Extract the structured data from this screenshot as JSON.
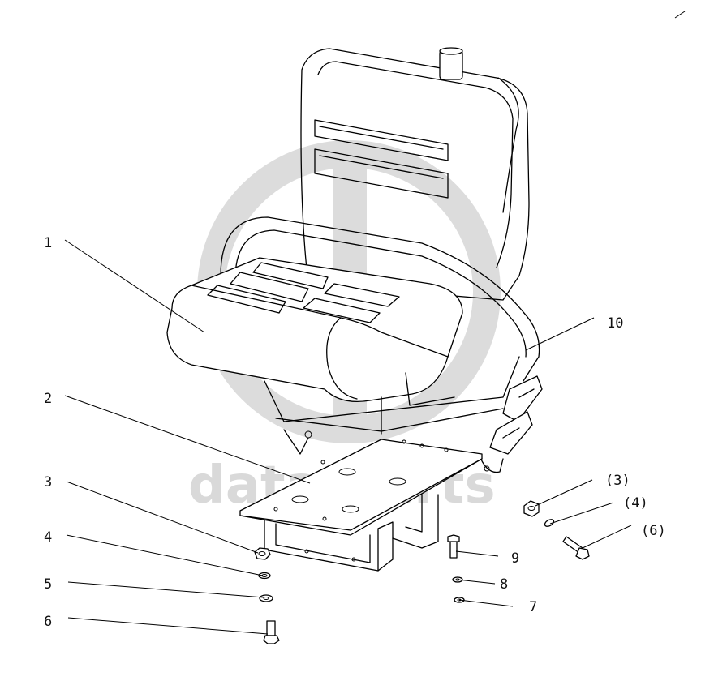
{
  "watermark": {
    "text": "data-parts",
    "color": "#d9d9d9"
  },
  "callouts": [
    {
      "label": "1"
    },
    {
      "label": "2"
    },
    {
      "label": "3"
    },
    {
      "label": "4"
    },
    {
      "label": "5"
    },
    {
      "label": "6"
    },
    {
      "label": "(3)"
    },
    {
      "label": "(4)"
    },
    {
      "label": "(6)"
    },
    {
      "label": "9"
    },
    {
      "label": "8"
    },
    {
      "label": "7"
    },
    {
      "label": "10"
    }
  ]
}
